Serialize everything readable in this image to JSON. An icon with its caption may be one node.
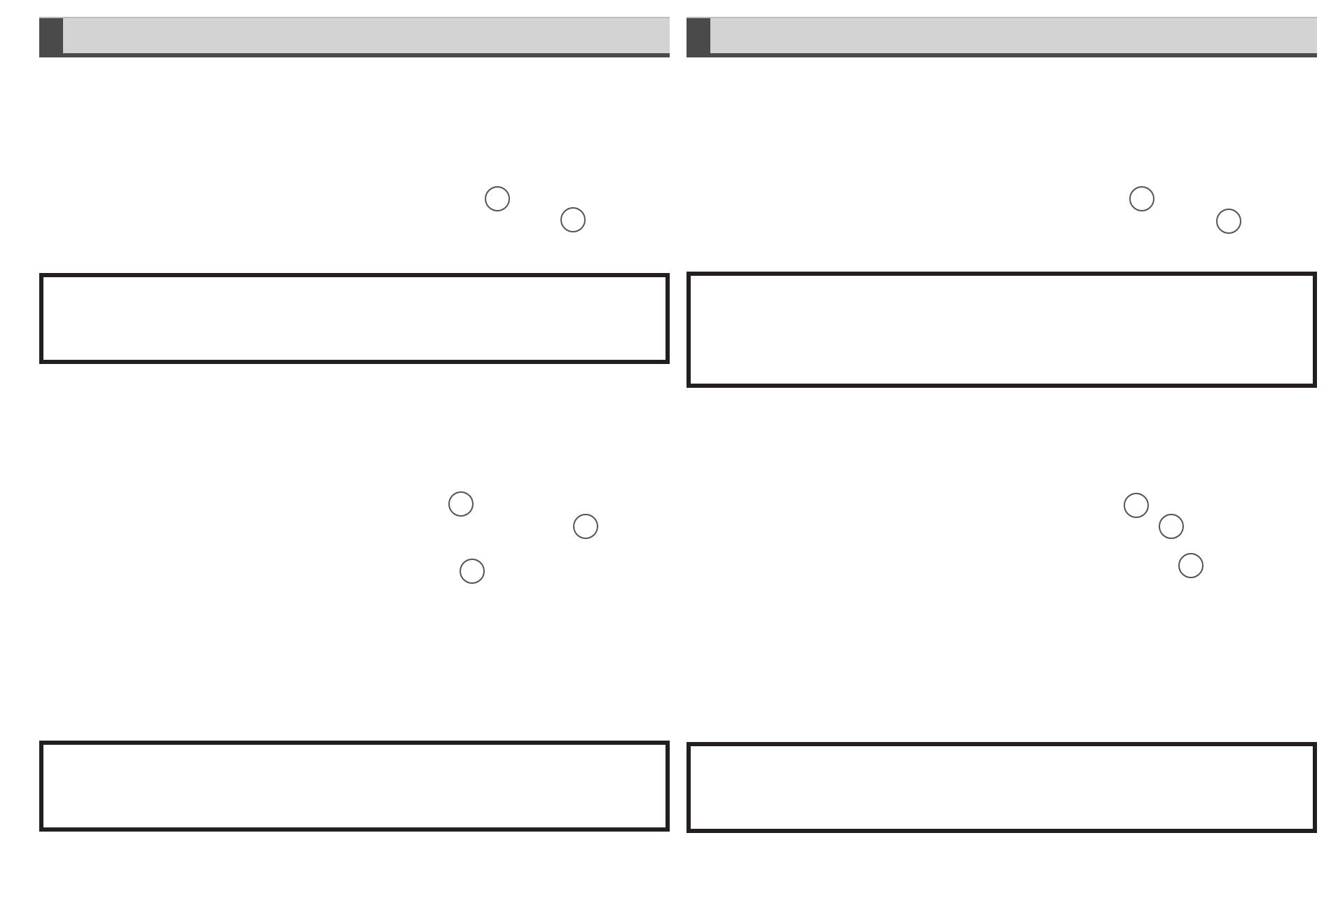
{
  "diagram": {
    "nodes": [
      {
        "text": [],
        "shape": "bar"
      },
      {
        "text": [],
        "shape": "circle"
      },
      {
        "text": [],
        "shape": "circle"
      },
      {
        "text": [],
        "shape": "box"
      },
      {
        "text": [],
        "shape": "circle"
      },
      {
        "text": [],
        "shape": "circle"
      },
      {
        "text": [],
        "shape": "circle"
      },
      {
        "text": [],
        "shape": "box"
      },
      {
        "text": [],
        "shape": "bar"
      },
      {
        "text": [],
        "shape": "circle"
      },
      {
        "text": [],
        "shape": "circle"
      },
      {
        "text": [],
        "shape": "box"
      },
      {
        "text": [],
        "shape": "circle"
      },
      {
        "text": [],
        "shape": "circle"
      },
      {
        "text": [],
        "shape": "circle"
      },
      {
        "text": [],
        "shape": "box"
      }
    ]
  }
}
